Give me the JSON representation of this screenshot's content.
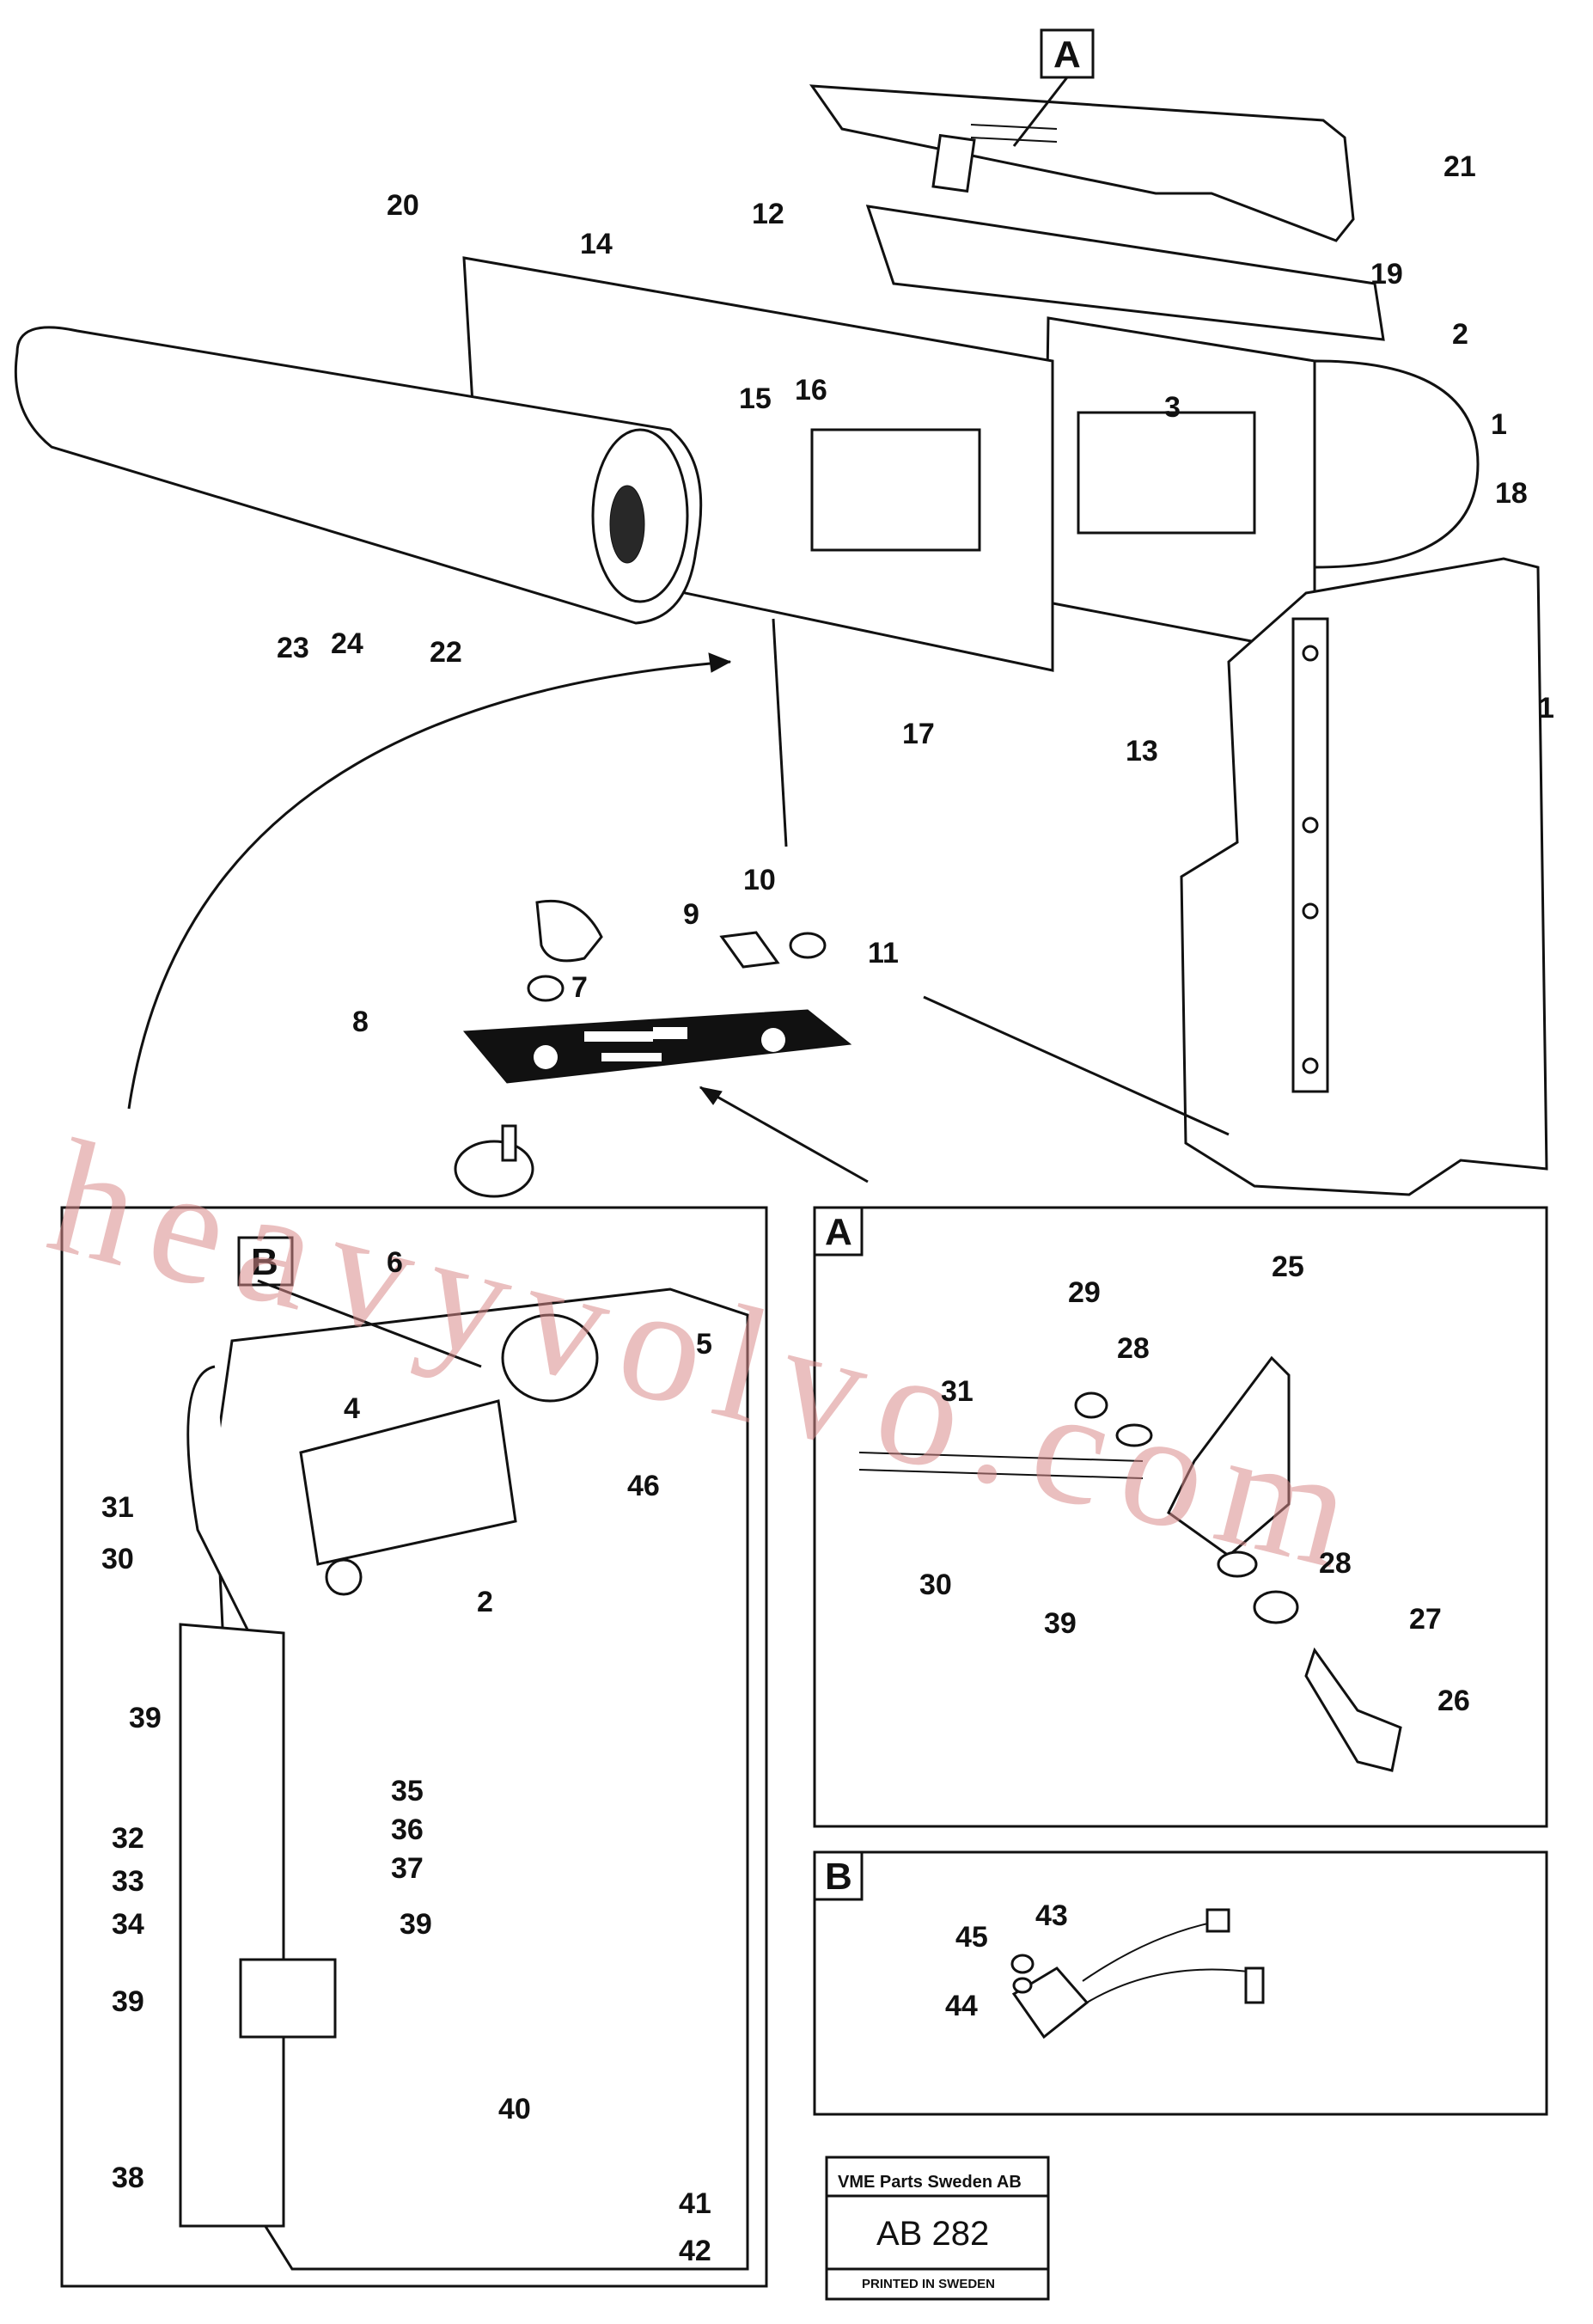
{
  "watermark": "heavyvolvo.com",
  "stamp": {
    "company": "VME Parts Sweden AB",
    "code": "AB 282",
    "printed": "PRINTED IN SWEDEN"
  },
  "detail_boxes": {
    "a": "A",
    "b": "B"
  },
  "callouts": {
    "main": [
      "21",
      "20",
      "14",
      "12",
      "19",
      "2",
      "15",
      "16",
      "3",
      "1",
      "18",
      "23",
      "24",
      "22",
      "17",
      "13",
      "1",
      "10",
      "9",
      "11",
      "8",
      "7"
    ],
    "inset_left": [
      "6",
      "5",
      "4",
      "46",
      "31",
      "30",
      "2",
      "39",
      "35",
      "36",
      "37",
      "32",
      "33",
      "34",
      "39",
      "39",
      "40",
      "38",
      "41",
      "42"
    ],
    "detail_a": [
      "29",
      "28",
      "25",
      "31",
      "30",
      "39",
      "28",
      "27",
      "26"
    ],
    "detail_b": [
      "45",
      "43",
      "44"
    ]
  }
}
